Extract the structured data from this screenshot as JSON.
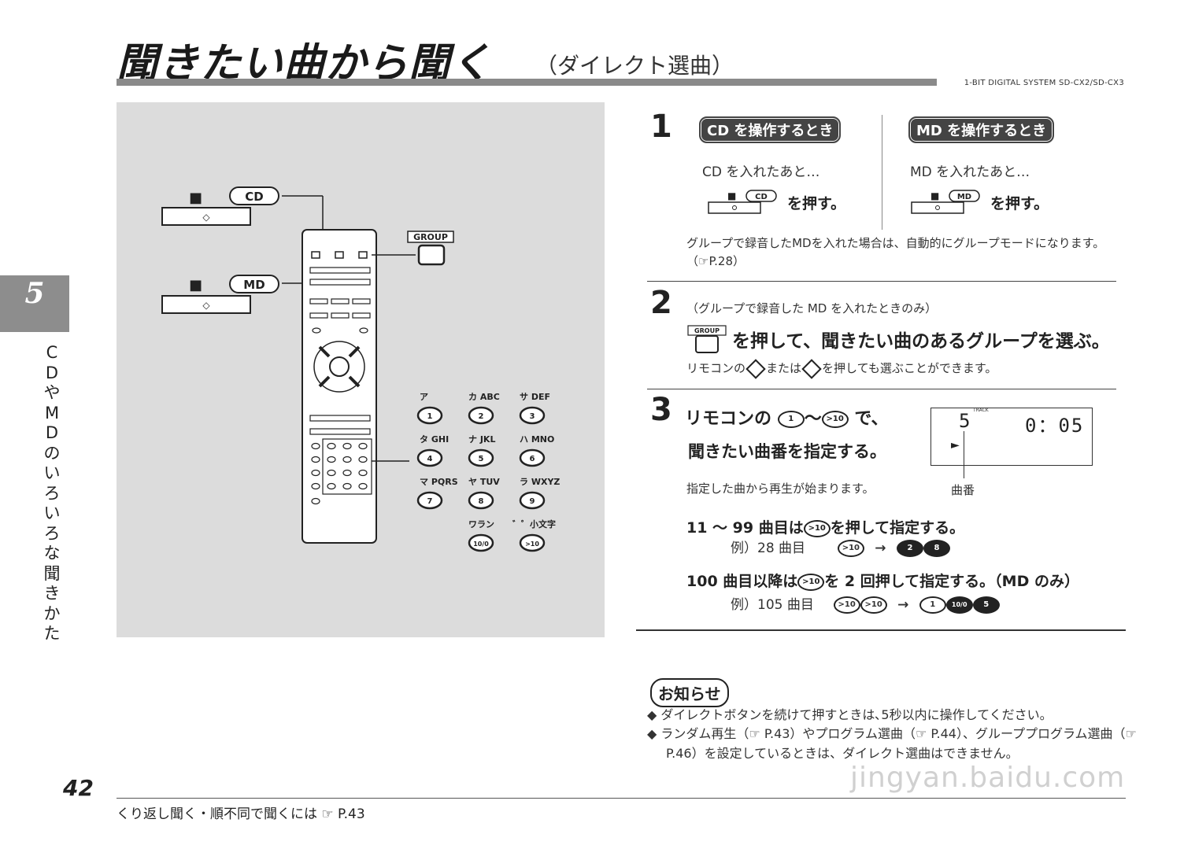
{
  "header": {
    "title": "聞きたい曲から聞く",
    "subtitle": "（ダイレクト選曲）",
    "model": "1-BIT DIGITAL SYSTEM SD-CX2/SD-CX3"
  },
  "chapter": {
    "number": "5",
    "label": "CDやMDのいろいろな聞きかた"
  },
  "illustration": {
    "cd_label": "CD",
    "md_label": "MD",
    "stop_symbol": "■",
    "play_symbol": "◇",
    "group_label": "GROUP",
    "keypad": [
      {
        "kana": "ア",
        "num": "1"
      },
      {
        "kana": "カ ABC",
        "num": "2"
      },
      {
        "kana": "サ DEF",
        "num": "3"
      },
      {
        "kana": "タ GHI",
        "num": "4"
      },
      {
        "kana": "ナ JKL",
        "num": "5"
      },
      {
        "kana": "ハ MNO",
        "num": "6"
      },
      {
        "kana": "マ PQRS",
        "num": "7"
      },
      {
        "kana": "ヤ TUV",
        "num": "8"
      },
      {
        "kana": "ラ WXYZ",
        "num": "9"
      },
      {
        "kana": "ワラン",
        "num": "10/0"
      },
      {
        "kana": "゛゜小文字",
        "num": ">10"
      }
    ]
  },
  "step1": {
    "num": "1",
    "cd_head": "CD を操作するとき",
    "md_head": "MD を操作するとき",
    "cd_text": "CD を入れたあと…",
    "md_text": "MD を入れたあと…",
    "press": "を押す。",
    "cd_btn": "CD",
    "md_btn": "MD",
    "note": "グループで録音したMDを入れた場合は、自動的にグループモードになります。（☞P.28）"
  },
  "step2": {
    "num": "2",
    "small": "（グループで録音した MD を入れたときのみ）",
    "main": "を押して、聞きたい曲のあるグループを選ぶ。",
    "group_btn": "GROUP",
    "note_a": "リモコンの",
    "note_b": "または",
    "note_c": "を押しても選ぶことができます。"
  },
  "step3": {
    "num": "3",
    "line1_a": "リモコンの",
    "line1_b": "〜",
    "line1_c": "で、",
    "line2": "聞きたい曲番を指定する。",
    "note": "指定した曲から再生が始まります。",
    "lcd_track": "5",
    "lcd_track_label": "TRACK",
    "lcd_time": "0：05",
    "lcd_play": "►",
    "track_caption": "曲番",
    "range1": "11 〜 99 曲目は",
    "range1_b": "を押して指定する。",
    "example1": "例）28 曲目",
    "range2": "100 曲目以降は",
    "range2_b": "を 2 回押して指定する。（MD のみ）",
    "example2": "例）105 曲目",
    "arrow": "→",
    "btn_gt10": ">10",
    "btn_1": "1",
    "btn_2": "2",
    "btn_8": "8",
    "btn_10": "10/0",
    "btn_5": "5"
  },
  "notice": {
    "head": "お知らせ",
    "bullets": [
      "◆ ダイレクトボタンを続けて押すときは､5秒以内に操作してください。",
      "◆ ランダム再生（☞ P.43）やプログラム選曲（☞ P.44）、グループプログラム選曲（☞ P.46）を設定しているときは、ダイレクト選曲はできません。"
    ]
  },
  "footer": {
    "page": "42",
    "text": "くり返し聞く・順不同で聞くには ☞ P.43",
    "watermark": "jingyan.baidu.com"
  },
  "colors": {
    "panel": "#dcdcdc",
    "chapter_tab": "#8d8d8d",
    "pill": "#444444"
  }
}
